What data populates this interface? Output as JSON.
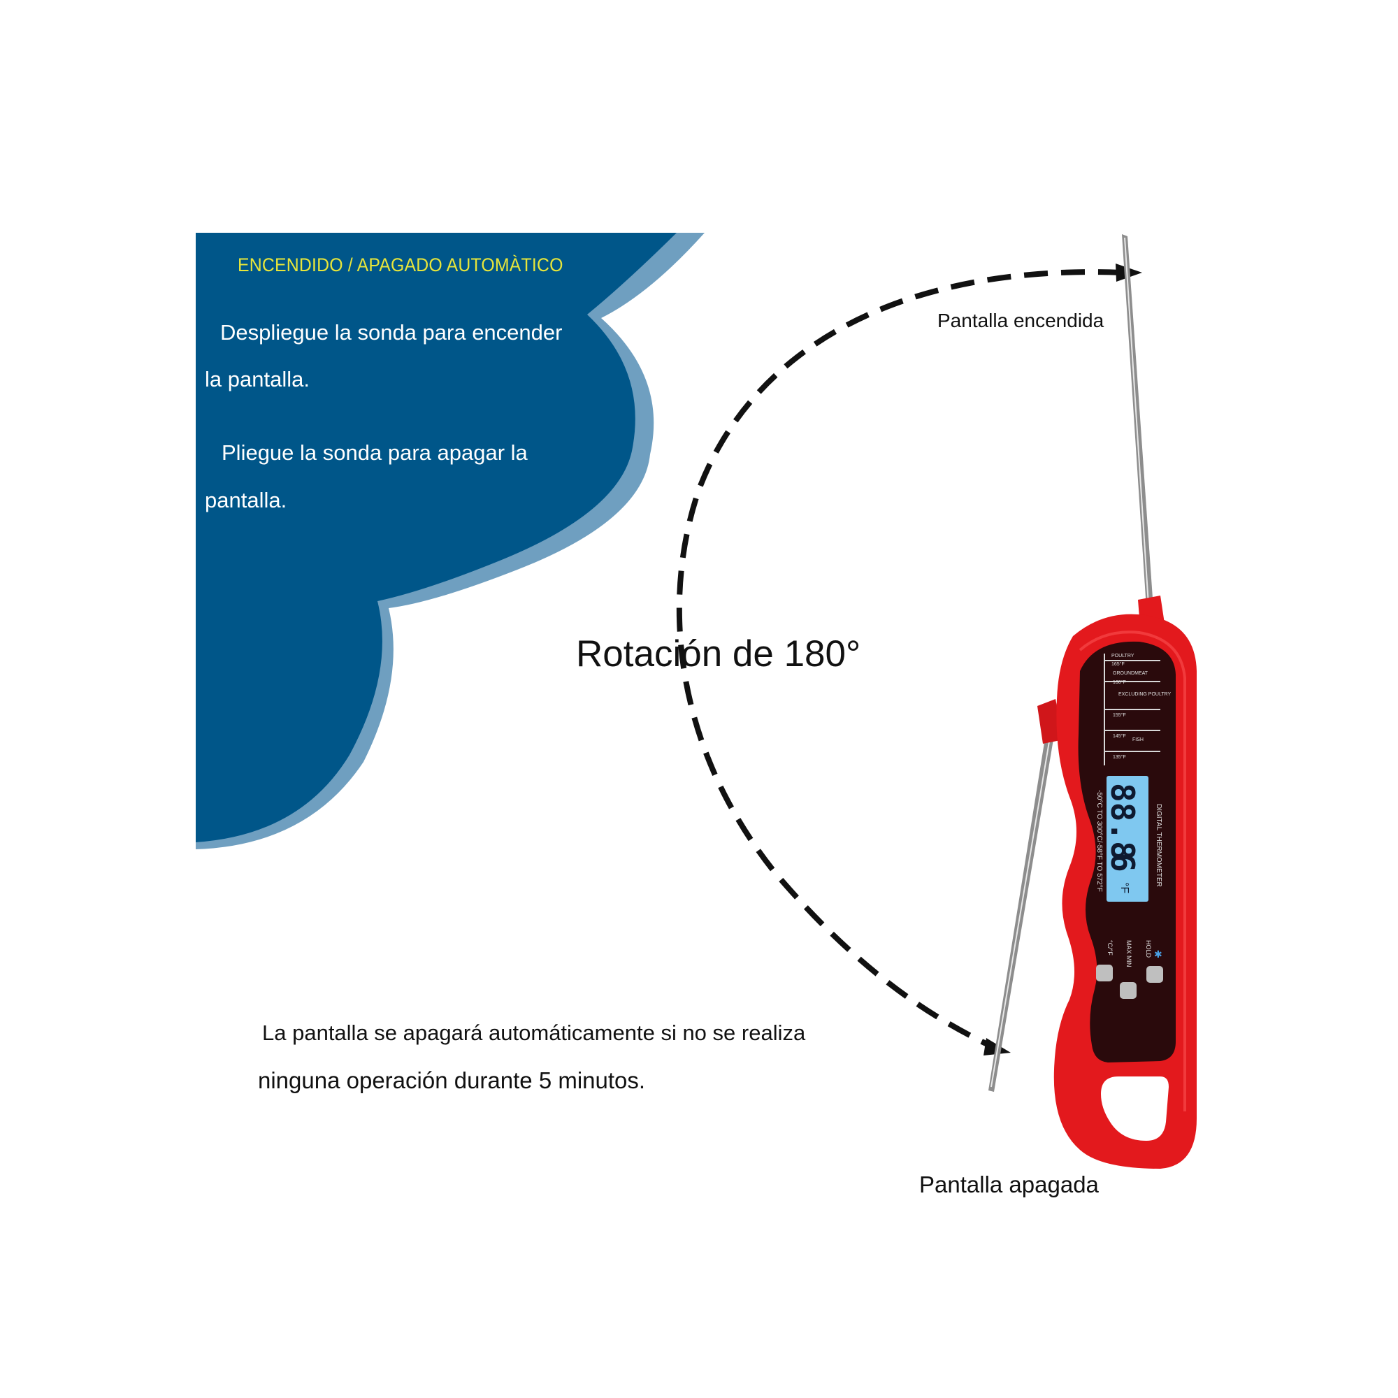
{
  "panel": {
    "title": "ENCENDIDO / APAGADO AUTOMÀTICO",
    "line1": "Despliegue la sonda para encender",
    "line2": "la pantalla.",
    "line3": "Pliegue la sonda para apagar la",
    "line4": "pantalla."
  },
  "rotation_label": "Rotación de 180°",
  "label_on": "Pantalla encendida",
  "label_off": "Pantalla apagada",
  "note": {
    "line1": "La pantalla se apagará automáticamente si no se realiza",
    "line2": "ninguna operación durante 5 minutos."
  },
  "device": {
    "lcd_reading": "88.8",
    "lcd_digit": "6",
    "lcd_unit": "°F",
    "model_label": "DIGITAL THERMOMETER",
    "range_label": "-50°C TO 300°C/-58°F TO 572°F",
    "chart_labels": [
      "POULTRY",
      "165°F",
      "GROUNDMEAT",
      "160°F",
      "EXCLUDING POULTRY",
      "155°F",
      "145°F",
      "FISH",
      "135°F"
    ],
    "button_labels": [
      "HOLD",
      "MAX MIN",
      "°C/°F"
    ]
  },
  "colors": {
    "panel_blue": "#005689",
    "panel_shadow": "#6f9fc0",
    "title_yellow": "#e8e63a",
    "device_red": "#e3191d",
    "lcd_blue": "#7fc8f0"
  }
}
